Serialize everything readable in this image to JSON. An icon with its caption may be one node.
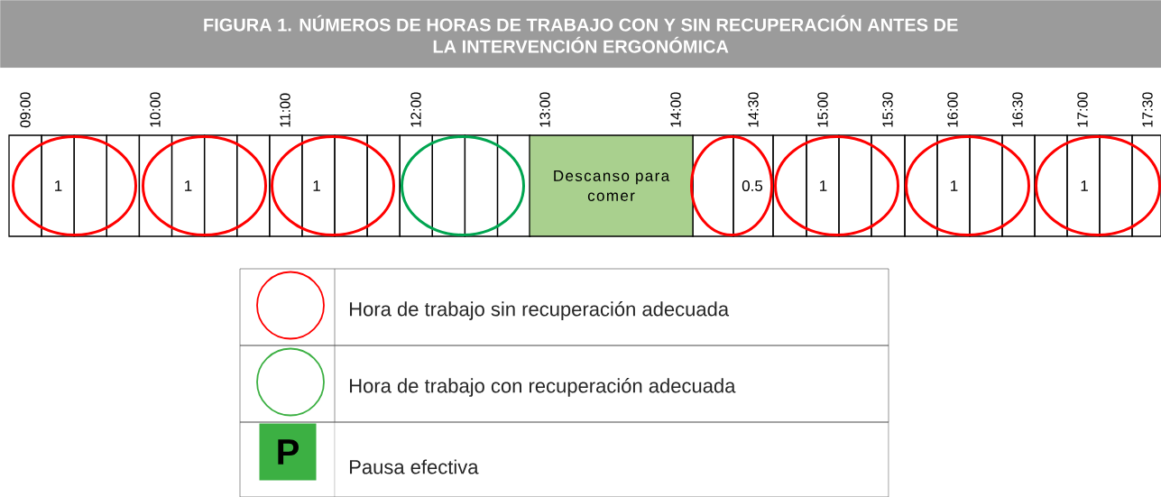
{
  "diagram": {
    "title": "FIGURA 1.  NÚMEROS DE HORAS DE TRABAJO CON Y SIN RECUPERACIÓN ANTES DE LA INTERVENCIÓN ERGONÓMICA",
    "nodes": [
      {
        "text": [
          "1"
        ]
      },
      {
        "text": [
          "1"
        ]
      },
      {
        "text": [
          "1"
        ]
      },
      {
        "text": [],
        "shape": "circle"
      },
      {
        "text": [
          "Descanso para comer"
        ]
      },
      {
        "text": [
          "0.5"
        ]
      },
      {
        "text": [
          "1"
        ]
      },
      {
        "text": [
          "1"
        ]
      },
      {
        "text": [
          "1"
        ]
      }
    ],
    "labels": [
      "09:00",
      "10:00",
      "11:00",
      "12:00",
      "13:00",
      "14:00",
      "14:30",
      "15:00",
      "15:30",
      "16:00",
      "16:30",
      "17:00",
      "17:30",
      "P"
    ],
    "legend": [
      {
        "text": "Hora de trabajo sin recuperación adecuada",
        "color": "#ff0000"
      },
      {
        "text": "Hora de trabajo con recuperación adecuada",
        "color": "#3cb043"
      },
      {
        "text": "Pausa efectiva",
        "color": "#3cb043"
      }
    ]
  }
}
